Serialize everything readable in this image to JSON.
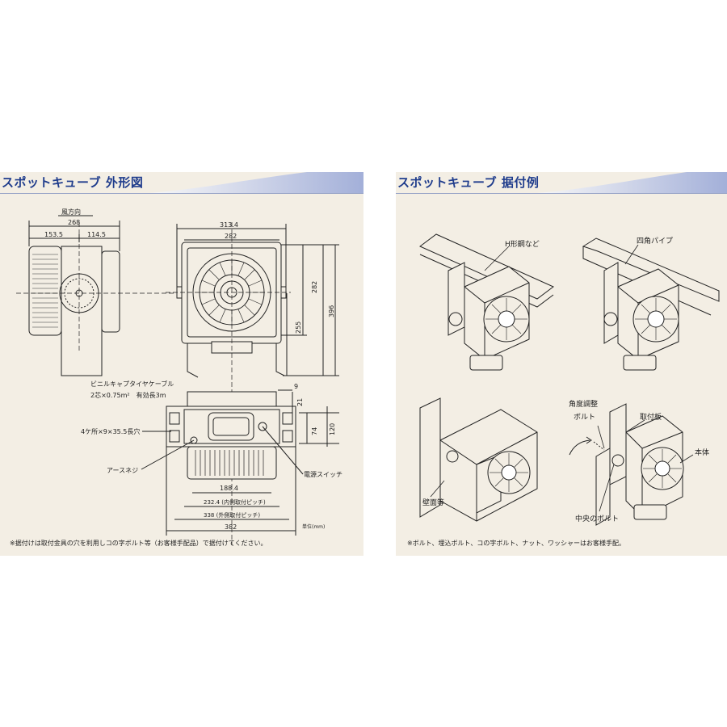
{
  "left": {
    "title": "スポットキューブ 外形図",
    "dims": {
      "wind": "風方向",
      "w268": "268",
      "w153": "153.5",
      "w114": "114.5",
      "w313": "313.4",
      "w282": "282",
      "h282": "282",
      "h255": "255",
      "h396": "396",
      "d9": "9",
      "d21": "21",
      "d74": "74",
      "d120": "120",
      "b188": "188.4",
      "b232": "232.4 (内側取付ピッチ)",
      "b338": "338 (外側取付ピッチ)",
      "b382": "382"
    },
    "labels": {
      "cable1": "ビニルキャプタイヤケーブル",
      "cable2": "2芯×0.75m²　有効長3m",
      "holes": "4ケ所×9×35.5長穴",
      "earth": "アースネジ",
      "switch": "電源スイッチ",
      "unit": "単位(mm)"
    },
    "note": "※据付けは取付金具の穴を利用しコの字ボルト等（お客様手配品）で据付けてください。"
  },
  "right": {
    "title": "スポットキューブ 据付例",
    "labels": {
      "hbeam": "H形鋼など",
      "pipe": "四角パイプ",
      "wall": "壁面等",
      "angle1": "角度調整",
      "angle2": "ボルト",
      "plate": "取付板",
      "body": "本体",
      "center": "中央のボルト"
    },
    "note": "※ボルト、埋込ボルト、コの字ボルト、ナット、ワッシャーはお客様手配。"
  },
  "colors": {
    "panel_bg": "#f3eee4",
    "title": "#1f3c8c",
    "line": "#222222"
  }
}
